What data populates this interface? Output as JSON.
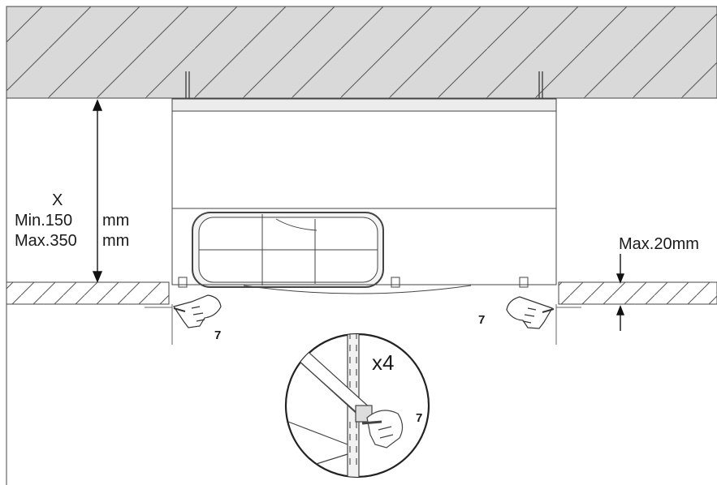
{
  "dimension_x": {
    "letter": "X",
    "min": "Min.150",
    "max": "Max.350",
    "unit": "mm"
  },
  "offset_label": "Max.20mm",
  "step_left": "7",
  "step_right": "7",
  "detail_count": "x4",
  "detail_step": "7"
}
